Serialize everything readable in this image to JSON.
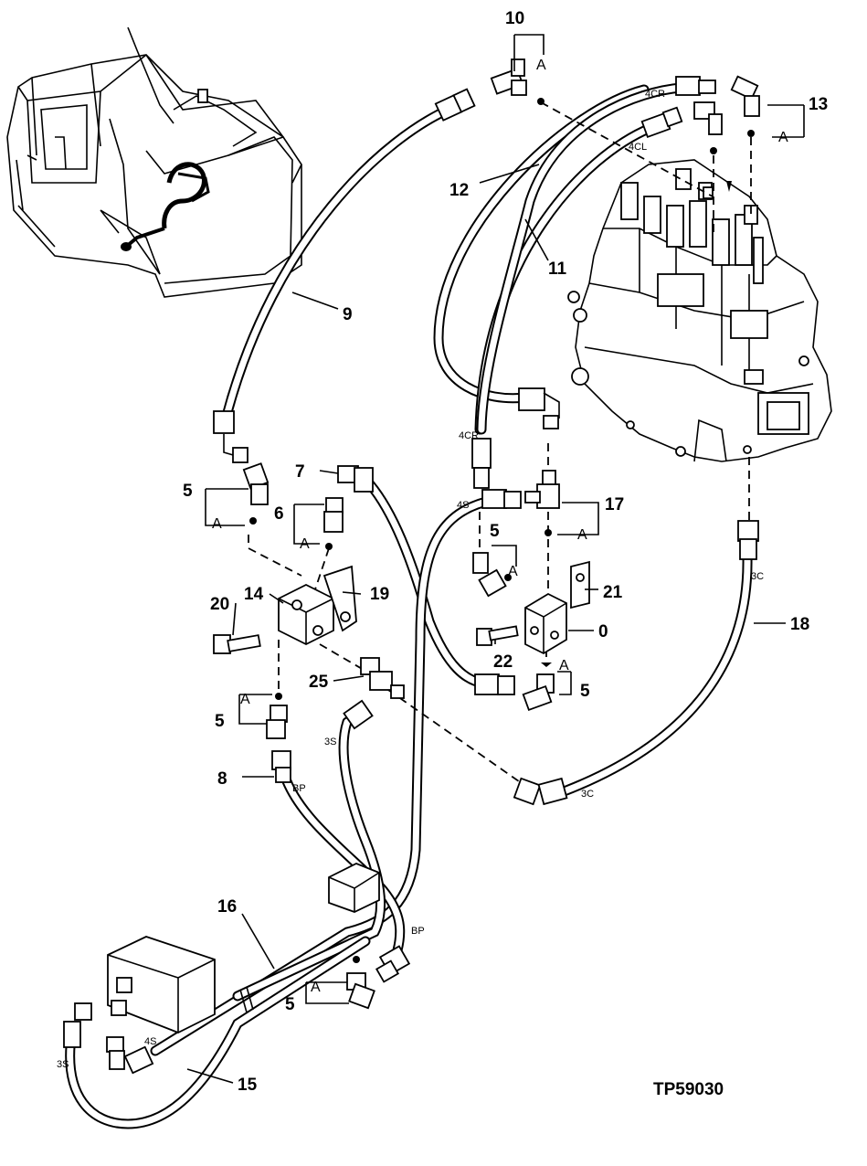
{
  "figure_id": "TP59030",
  "callouts": [
    {
      "id": "c10",
      "text": "10"
    },
    {
      "id": "c13",
      "text": "13"
    },
    {
      "id": "c12",
      "text": "12"
    },
    {
      "id": "c11",
      "text": "11"
    },
    {
      "id": "c9",
      "text": "9"
    },
    {
      "id": "c7",
      "text": "7"
    },
    {
      "id": "c5a",
      "text": "5"
    },
    {
      "id": "c6",
      "text": "6"
    },
    {
      "id": "c17",
      "text": "17"
    },
    {
      "id": "c5b",
      "text": "5"
    },
    {
      "id": "c14",
      "text": "14"
    },
    {
      "id": "c19",
      "text": "19"
    },
    {
      "id": "c20",
      "text": "20"
    },
    {
      "id": "c21",
      "text": "21"
    },
    {
      "id": "c0",
      "text": "0"
    },
    {
      "id": "c18",
      "text": "18"
    },
    {
      "id": "c22",
      "text": "22"
    },
    {
      "id": "c25",
      "text": "25"
    },
    {
      "id": "c5c",
      "text": "5"
    },
    {
      "id": "c5d",
      "text": "5"
    },
    {
      "id": "c8",
      "text": "8"
    },
    {
      "id": "c16",
      "text": "16"
    },
    {
      "id": "c5e",
      "text": "5"
    },
    {
      "id": "c15",
      "text": "15"
    }
  ],
  "hose_labels": [
    {
      "id": "h4cr_top",
      "text": "4CR"
    },
    {
      "id": "h4cl",
      "text": "4CL"
    },
    {
      "id": "h4cr_mid",
      "text": "4CR"
    },
    {
      "id": "h4s_top",
      "text": "4S"
    },
    {
      "id": "h3c_right",
      "text": "3C"
    },
    {
      "id": "h3c_bottom",
      "text": "3C"
    },
    {
      "id": "h3s_mid",
      "text": "3S"
    },
    {
      "id": "hbp_left",
      "text": "BP"
    },
    {
      "id": "hbp_right",
      "text": "BP"
    },
    {
      "id": "h4s_bottom",
      "text": "4S"
    },
    {
      "id": "h3s_bottom",
      "text": "3S"
    }
  ],
  "ref_labels": [
    {
      "id": "a10",
      "text": "A"
    },
    {
      "id": "a13",
      "text": "A"
    },
    {
      "id": "a5a",
      "text": "A"
    },
    {
      "id": "a6",
      "text": "A"
    },
    {
      "id": "a17",
      "text": "A"
    },
    {
      "id": "a5b",
      "text": "A"
    },
    {
      "id": "a5c",
      "text": "A"
    },
    {
      "id": "a5d",
      "text": "A"
    },
    {
      "id": "a5e",
      "text": "A"
    }
  ]
}
